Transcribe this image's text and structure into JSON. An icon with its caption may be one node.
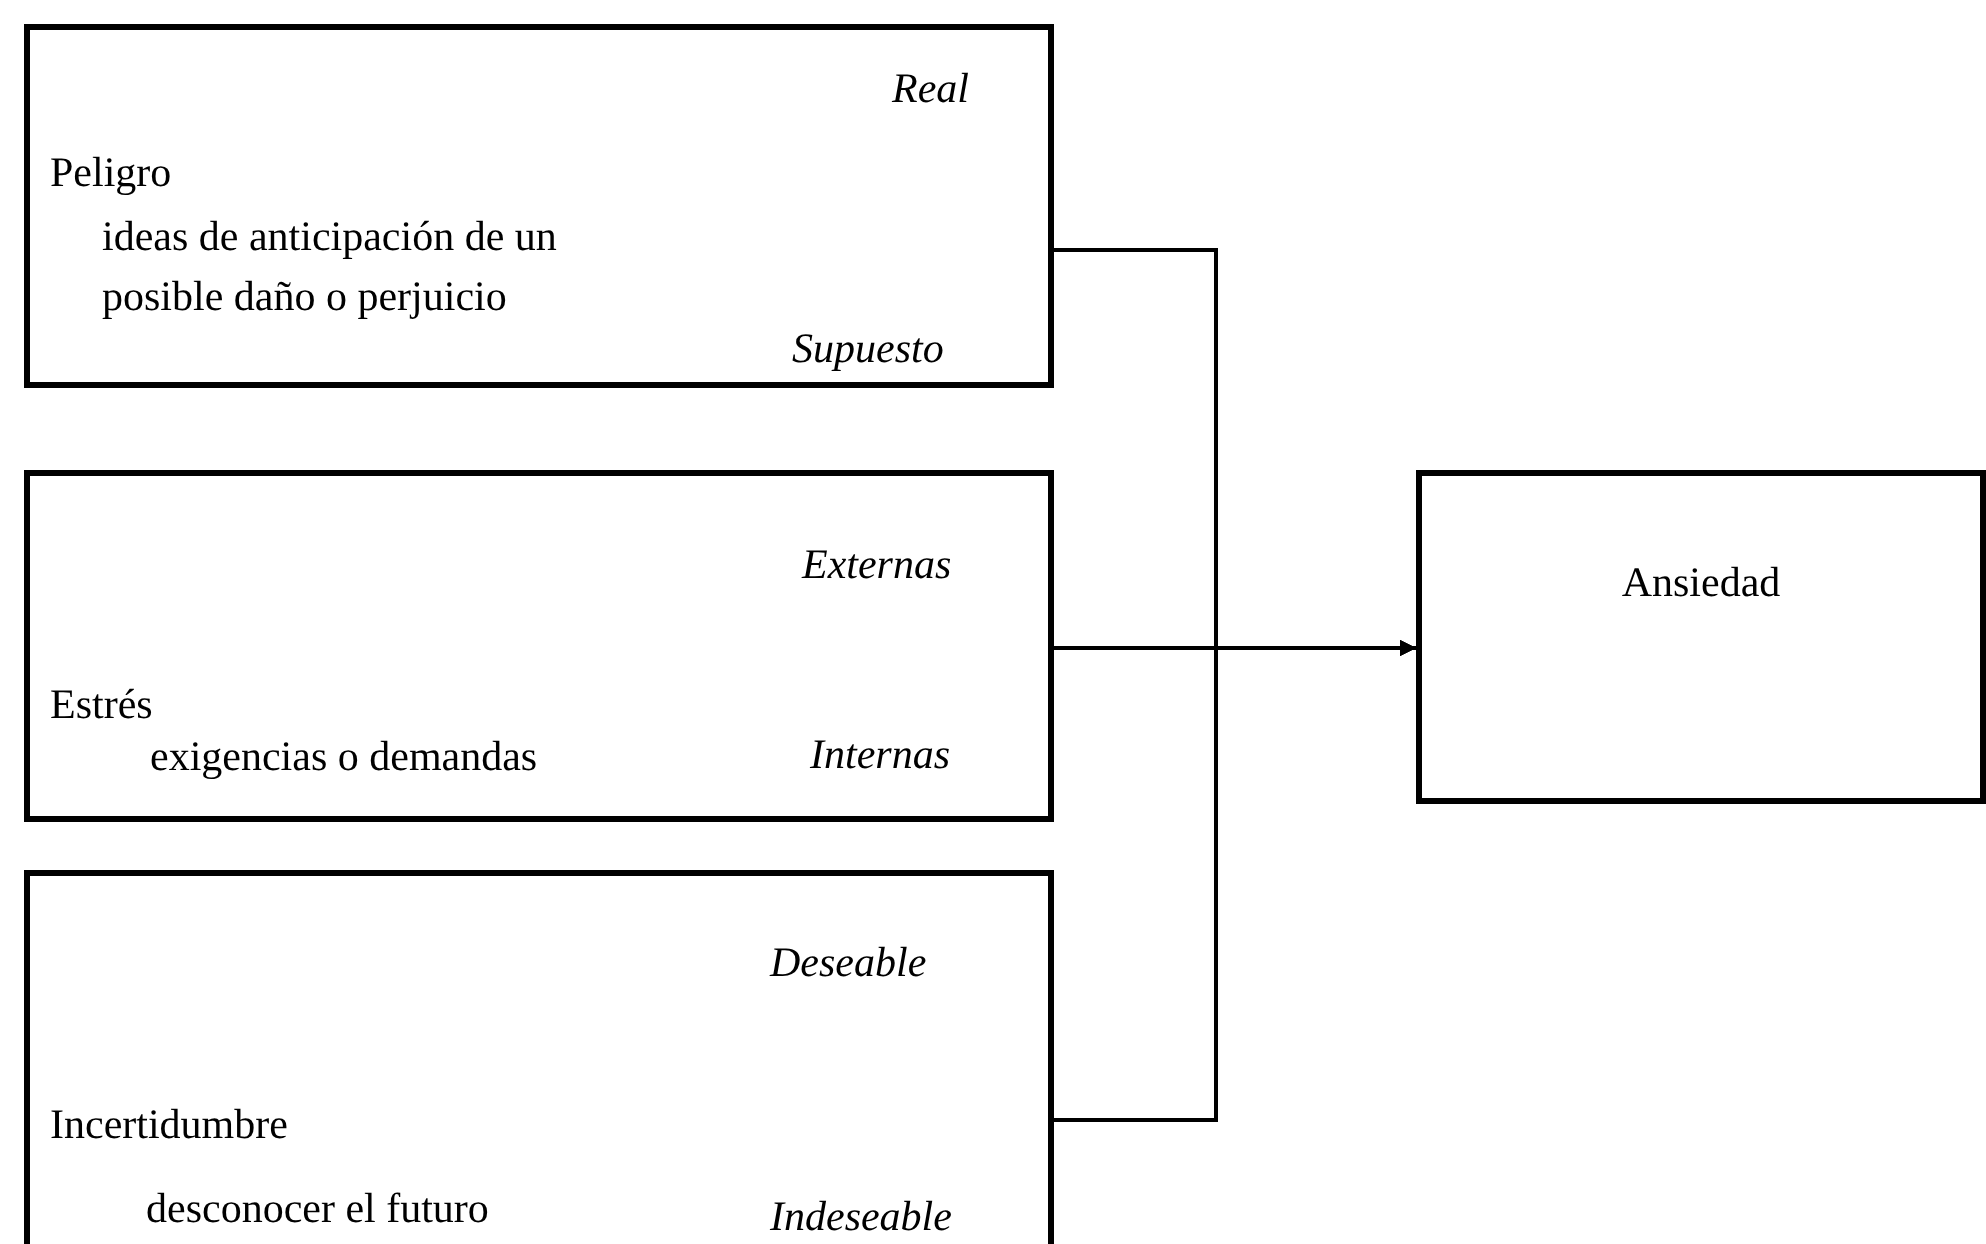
{
  "diagram": {
    "nodes": [
      {
        "text": [
          "Peligro",
          "ideas de anticipación de un posible daño o perjuicio",
          "Real",
          "Supuesto"
        ]
      },
      {
        "text": [
          "Estrés",
          "exigencias o demandas",
          "Externas",
          "Internas"
        ]
      },
      {
        "text": [
          "Incertidumbre",
          "desconocer el futuro",
          "Deseable",
          "Indeseable"
        ]
      },
      {
        "text": [
          "Ansiedad"
        ]
      }
    ],
    "edges": [
      {
        "from": 0,
        "to": 3,
        "arrow": "to"
      },
      {
        "from": 1,
        "to": 3,
        "arrow": "to"
      },
      {
        "from": 2,
        "to": 3,
        "arrow": "to"
      }
    ]
  }
}
